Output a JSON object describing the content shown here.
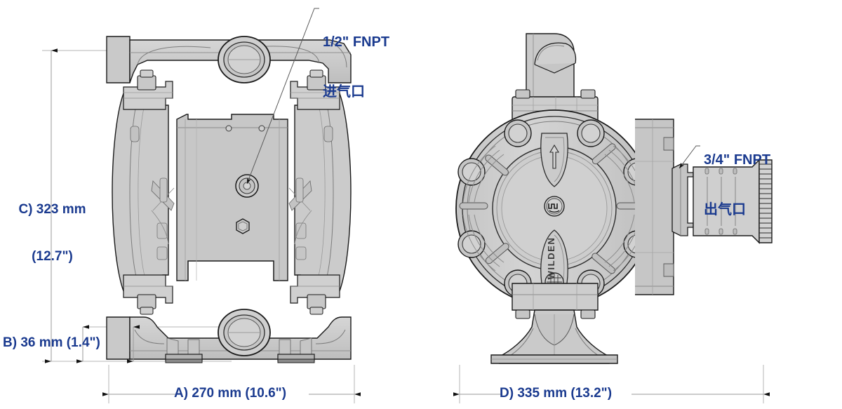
{
  "drawing": {
    "title_present": false,
    "type": "engineering-dimension-drawing",
    "subject": "Wilden air operated double diaphragm pump",
    "colors": {
      "label_blue": "#1a3a8f",
      "body_fill": "#cccccc",
      "body_fill_light": "#d8d8d8",
      "body_fill_dark": "#bdbdbd",
      "outline": "#1a1a1a",
      "thin_line": "#8a8a8a",
      "dimension_line": "#9a9a9a",
      "background": "#ffffff"
    }
  },
  "callouts": {
    "air_inlet": {
      "line1": "1/2\" FNPT",
      "line2": "进气口"
    },
    "air_exhaust": {
      "line1": "3/4\" FNPT",
      "line2": "出气口"
    }
  },
  "dimensions": {
    "height_c": {
      "line1": "C) 323 mm",
      "line2": "(12.7\")",
      "letter": "C",
      "mm": 323,
      "inch": 12.7
    },
    "foot_b": {
      "text": "B) 36 mm (1.4\")",
      "letter": "B",
      "mm": 36,
      "inch": 1.4
    },
    "width_a": {
      "text": "A) 270 mm (10.6\")",
      "letter": "A",
      "mm": 270,
      "inch": 10.6
    },
    "depth_d": {
      "text": "D) 335 mm (13.2\")",
      "letter": "D",
      "mm": 335,
      "inch": 13.2
    }
  },
  "marks": {
    "brand_text": "WILDEN",
    "flow_arrow": "up-arrow"
  }
}
